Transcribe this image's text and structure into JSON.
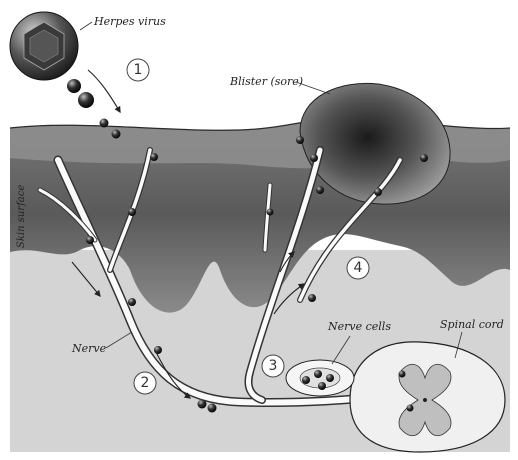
{
  "labels": {
    "herpes_virus": "Herpes virus",
    "blister": "Blister (sore)",
    "skin_surface": "Skin surface",
    "nerve": "Nerve",
    "nerve_cells": "Nerve cells",
    "spinal_cord": "Spinal cord"
  },
  "steps": [
    "1",
    "2",
    "3",
    "4"
  ],
  "colors": {
    "skin_dark": "#5f5f5f",
    "skin_mid": "#8c8c8c",
    "tissue_light": "#d6d6d6",
    "nerve_fill": "#fafafa",
    "virus": "#1e1e1e"
  }
}
